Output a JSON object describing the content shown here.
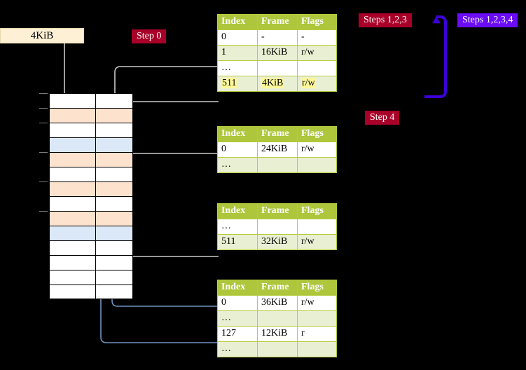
{
  "labels": {
    "kib_box": "4KiB",
    "step0": "Step 0",
    "steps123": "Steps 1,2,3",
    "steps1234": "Steps 1,2,3,4",
    "step4": "Step 4"
  },
  "colors": {
    "badge_red": "#a80028",
    "badge_blue": "#6a0cf5",
    "table_header": "#adc63c",
    "table_alt_row": "#e9efd2",
    "table_border": "#b5cc3d",
    "highlight_yellow": "#fdf79a",
    "mem_peach": "#fde3cd",
    "mem_blue": "#dbe8f7",
    "kib_box_bg": "#fdf0d5",
    "connector_grey": "#b9b9b9",
    "connector_blue": "#6f93c0"
  },
  "tables": [
    {
      "name": "level0-table",
      "columns": [
        "Index",
        "Frame",
        "Flags"
      ],
      "rows": [
        {
          "style": "plain",
          "cells": [
            "0",
            "-",
            "-"
          ],
          "highlight": [
            false,
            false,
            false
          ]
        },
        {
          "style": "alt",
          "cells": [
            "1",
            "16KiB",
            "r/w"
          ],
          "highlight": [
            false,
            false,
            false
          ]
        },
        {
          "style": "plain",
          "cells": [
            "…",
            "",
            ""
          ],
          "highlight": [
            false,
            false,
            false
          ]
        },
        {
          "style": "alt",
          "cells": [
            "511",
            "4KiB",
            "r/w"
          ],
          "highlight": [
            true,
            true,
            true
          ]
        }
      ]
    },
    {
      "name": "level1-table",
      "columns": [
        "Index",
        "Frame",
        "Flags"
      ],
      "rows": [
        {
          "style": "plain",
          "cells": [
            "0",
            "24KiB",
            "r/w"
          ],
          "highlight": [
            false,
            false,
            false
          ]
        },
        {
          "style": "alt",
          "cells": [
            "…",
            "",
            ""
          ],
          "highlight": [
            false,
            false,
            false
          ]
        }
      ]
    },
    {
      "name": "level2-table",
      "columns": [
        "Index",
        "Frame",
        "Flags"
      ],
      "rows": [
        {
          "style": "plain",
          "cells": [
            "…",
            "",
            ""
          ],
          "highlight": [
            false,
            false,
            false
          ]
        },
        {
          "style": "alt",
          "cells": [
            "511",
            "32KiB",
            "r/w"
          ],
          "highlight": [
            false,
            false,
            false
          ]
        }
      ]
    },
    {
      "name": "level3-table",
      "columns": [
        "Index",
        "Frame",
        "Flags"
      ],
      "rows": [
        {
          "style": "plain",
          "cells": [
            "0",
            "36KiB",
            "r/w"
          ],
          "highlight": [
            false,
            false,
            false
          ]
        },
        {
          "style": "alt",
          "cells": [
            "…",
            "",
            ""
          ],
          "highlight": [
            false,
            false,
            false
          ]
        },
        {
          "style": "plain",
          "cells": [
            "127",
            "12KiB",
            "r"
          ],
          "highlight": [
            false,
            false,
            false
          ]
        },
        {
          "style": "alt",
          "cells": [
            "…",
            "",
            ""
          ],
          "highlight": [
            false,
            false,
            false
          ]
        }
      ]
    }
  ],
  "memory_rows": [
    {
      "fill": "white",
      "tick": true
    },
    {
      "fill": "peach",
      "tick": true
    },
    {
      "fill": "white",
      "tick": true
    },
    {
      "fill": "bluec",
      "tick": false
    },
    {
      "fill": "peach",
      "tick": true
    },
    {
      "fill": "white",
      "tick": false
    },
    {
      "fill": "peach",
      "tick": true
    },
    {
      "fill": "white",
      "tick": false
    },
    {
      "fill": "peach",
      "tick": true
    },
    {
      "fill": "bluec",
      "tick": false
    },
    {
      "fill": "white",
      "tick": false
    },
    {
      "fill": "white",
      "tick": false
    },
    {
      "fill": "white",
      "tick": false
    },
    {
      "fill": "white",
      "tick": false
    }
  ]
}
